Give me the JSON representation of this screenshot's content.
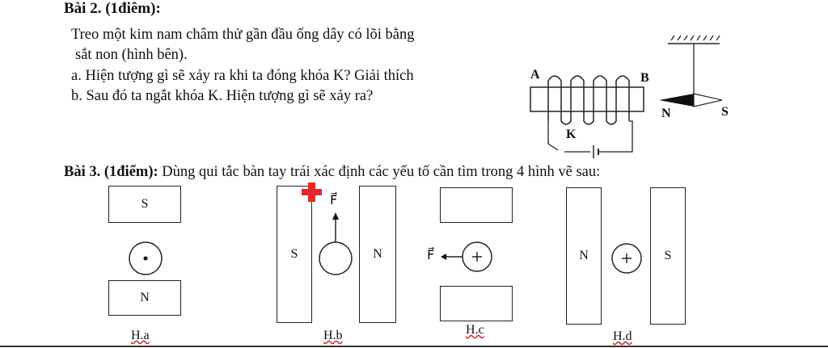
{
  "bai2": {
    "title": "Bài 2. (1điêm):",
    "line1": "Treo một kim nam châm thử gần đầu ống dây có lõi bằng",
    "line2": "sắt non (hình bên).",
    "qa": "a. Hiện tượng gì sẽ xảy ra khi ta đóng khóa K? Giải thích",
    "qb": "b. Sau đó ta ngắt khóa K. Hiện tượng gì sẽ xảy ra?",
    "coil_label_a": "A",
    "coil_label_b": "B",
    "switch_label": "K",
    "needle_label_n": "N",
    "needle_label_s": "S"
  },
  "bai3": {
    "title": "Bài 3. (1điểm):",
    "text": "Dùng qui tắc bàn tay trái xác định các yếu tố cần tìm trong 4 hình vẽ sau:",
    "ha": {
      "top": "S",
      "bottom": "N",
      "caption": "H.a"
    },
    "hb": {
      "left": "S",
      "right": "N",
      "force": "F⃗",
      "caption": "H.b"
    },
    "hc": {
      "force": "F⃗",
      "caption": "H.c"
    },
    "hd": {
      "left": "N",
      "right": "S",
      "caption": "H.d"
    }
  },
  "colors": {
    "cross": "#e8262a",
    "line": "#222222"
  }
}
